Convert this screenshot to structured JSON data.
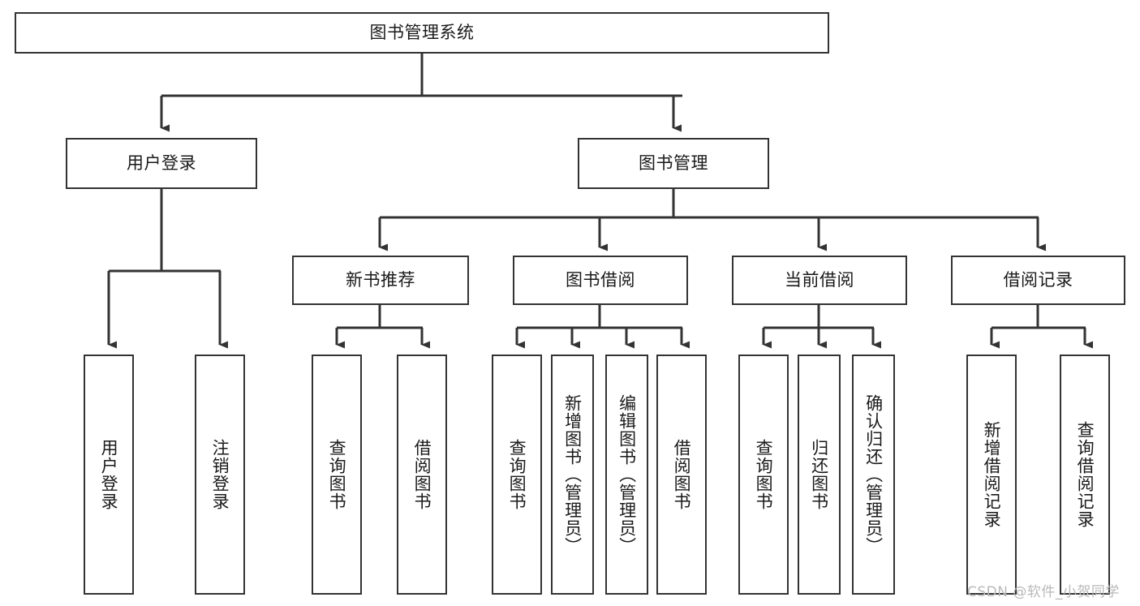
{
  "diagram": {
    "title": "图书管理系统",
    "type": "hierarchy-tree",
    "watermark": "CSDN @软件_小贺同学",
    "colors": {
      "box_border": "#333333",
      "box_fill": "#ffffff",
      "connector": "#333333",
      "text": "#1a1a1a",
      "watermark": "#b9b9b9",
      "background": "#ffffff"
    },
    "nodes": {
      "root": {
        "label": "图书管理系统",
        "orientation": "horizontal",
        "level": 1
      },
      "user_login": {
        "label": "用户登录",
        "orientation": "horizontal",
        "level": 2
      },
      "book_manage": {
        "label": "图书管理",
        "orientation": "horizontal",
        "level": 2
      },
      "new_book_rec": {
        "label": "新书推荐",
        "orientation": "horizontal",
        "level": 3
      },
      "book_borrow": {
        "label": "图书借阅",
        "orientation": "horizontal",
        "level": 3
      },
      "current_borrow": {
        "label": "当前借阅",
        "orientation": "horizontal",
        "level": 3
      },
      "borrow_record": {
        "label": "借阅记录",
        "orientation": "horizontal",
        "level": 3
      },
      "leaf_user_login": {
        "label": "用户登录",
        "orientation": "vertical",
        "level": 4
      },
      "leaf_user_logout": {
        "label": "注销登录",
        "orientation": "vertical",
        "level": 4
      },
      "leaf_query_book_a": {
        "label": "查询图书",
        "orientation": "vertical",
        "level": 4
      },
      "leaf_borrow_book_a": {
        "label": "借阅图书",
        "orientation": "vertical",
        "level": 4
      },
      "leaf_query_book_b": {
        "label": "查询图书",
        "orientation": "vertical",
        "level": 4
      },
      "leaf_add_book": {
        "label": "新增图书（管理员）",
        "orientation": "vertical",
        "level": 4
      },
      "leaf_edit_book": {
        "label": "编辑图书（管理员）",
        "orientation": "vertical",
        "level": 4
      },
      "leaf_borrow_book_b": {
        "label": "借阅图书",
        "orientation": "vertical",
        "level": 4
      },
      "leaf_query_book_c": {
        "label": "查询图书",
        "orientation": "vertical",
        "level": 4
      },
      "leaf_return_book": {
        "label": "归还图书",
        "orientation": "vertical",
        "level": 4
      },
      "leaf_confirm_return": {
        "label": "确认归还（管理员）",
        "orientation": "vertical",
        "level": 4
      },
      "leaf_add_record": {
        "label": "新增借阅记录",
        "orientation": "vertical",
        "level": 4
      },
      "leaf_query_record": {
        "label": "查询借阅记录",
        "orientation": "vertical",
        "level": 4
      }
    },
    "edges": [
      {
        "from": "root",
        "to": "user_login"
      },
      {
        "from": "root",
        "to": "book_manage"
      },
      {
        "from": "book_manage",
        "to": "new_book_rec"
      },
      {
        "from": "book_manage",
        "to": "book_borrow"
      },
      {
        "from": "book_manage",
        "to": "current_borrow"
      },
      {
        "from": "book_manage",
        "to": "borrow_record"
      },
      {
        "from": "user_login",
        "to": "leaf_user_login"
      },
      {
        "from": "user_login",
        "to": "leaf_user_logout"
      },
      {
        "from": "new_book_rec",
        "to": "leaf_query_book_a"
      },
      {
        "from": "new_book_rec",
        "to": "leaf_borrow_book_a"
      },
      {
        "from": "book_borrow",
        "to": "leaf_query_book_b"
      },
      {
        "from": "book_borrow",
        "to": "leaf_add_book"
      },
      {
        "from": "book_borrow",
        "to": "leaf_edit_book"
      },
      {
        "from": "book_borrow",
        "to": "leaf_borrow_book_b"
      },
      {
        "from": "current_borrow",
        "to": "leaf_query_book_c"
      },
      {
        "from": "current_borrow",
        "to": "leaf_return_book"
      },
      {
        "from": "current_borrow",
        "to": "leaf_confirm_return"
      },
      {
        "from": "borrow_record",
        "to": "leaf_add_record"
      },
      {
        "from": "borrow_record",
        "to": "leaf_query_record"
      }
    ]
  }
}
